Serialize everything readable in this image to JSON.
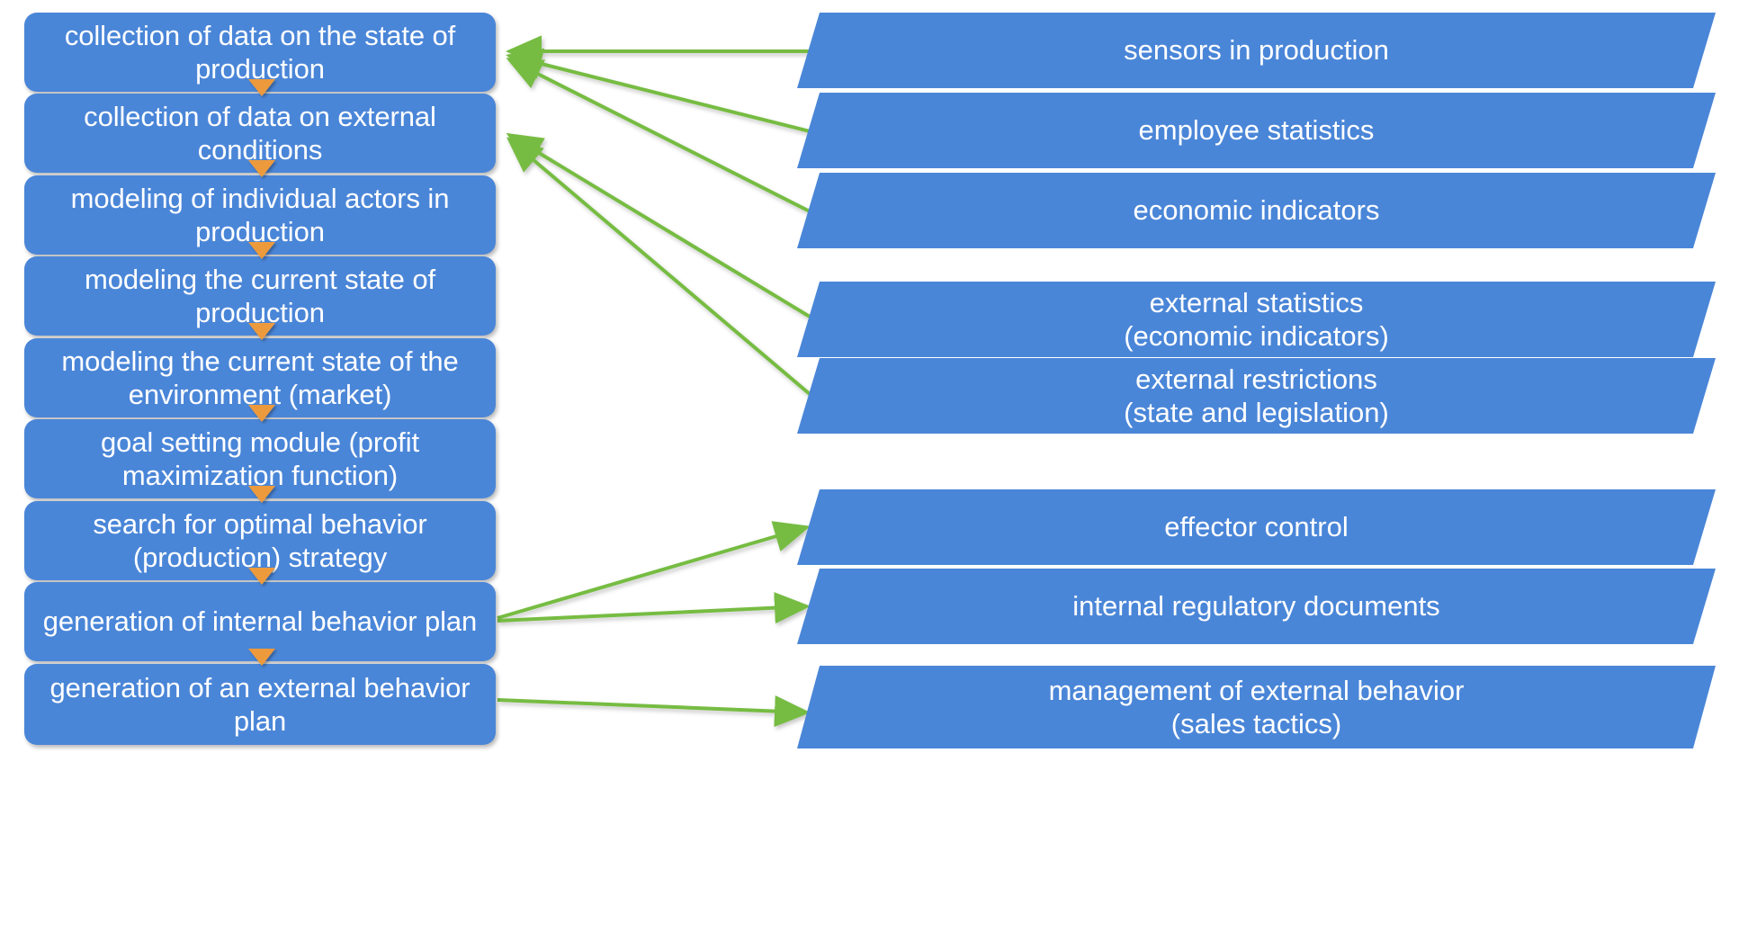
{
  "diagram": {
    "title": "production management agent pipeline",
    "colors": {
      "box_fill": "#4A86D8",
      "box_text": "#FFFFFF",
      "green_connector": "#76BC43",
      "orange_connector": "#ED9A3C",
      "background": "#FFFFFF"
    }
  },
  "process_steps": [
    {
      "id": "step-1",
      "label": "collection of data on the state of production"
    },
    {
      "id": "step-2",
      "label": "collection of data on external conditions"
    },
    {
      "id": "step-3",
      "label": "modeling of individual actors in production"
    },
    {
      "id": "step-4",
      "label": "modeling the current state of production"
    },
    {
      "id": "step-5",
      "label": "modeling the current state of the environment (market)"
    },
    {
      "id": "step-6",
      "label": "goal setting module (profit maximization function)"
    },
    {
      "id": "step-7",
      "label": "search for optimal behavior (production) strategy"
    },
    {
      "id": "step-8",
      "label": "generation of internal behavior plan"
    },
    {
      "id": "step-9",
      "label": "generation of an external behavior plan"
    }
  ],
  "io_blocks": [
    {
      "id": "io-1",
      "label": "sensors in production"
    },
    {
      "id": "io-2",
      "label": "employee statistics"
    },
    {
      "id": "io-3",
      "label": "economic indicators"
    },
    {
      "id": "io-4",
      "label": "external statistics\n(economic indicators)"
    },
    {
      "id": "io-5",
      "label": "external restrictions\n(state and legislation)"
    },
    {
      "id": "io-6",
      "label": "effector control"
    },
    {
      "id": "io-7",
      "label": "internal regulatory documents"
    },
    {
      "id": "io-8",
      "label": "management of external behavior\n(sales tactics)"
    }
  ],
  "connections": {
    "sequence_arrows": [
      {
        "from": "step-1",
        "to": "step-2"
      },
      {
        "from": "step-2",
        "to": "step-3"
      },
      {
        "from": "step-3",
        "to": "step-4"
      },
      {
        "from": "step-4",
        "to": "step-5"
      },
      {
        "from": "step-5",
        "to": "step-6"
      },
      {
        "from": "step-6",
        "to": "step-7"
      },
      {
        "from": "step-7",
        "to": "step-8"
      },
      {
        "from": "step-8",
        "to": "step-9"
      }
    ],
    "input_arrows": [
      {
        "from": "io-1",
        "to": "step-1"
      },
      {
        "from": "io-2",
        "to": "step-1"
      },
      {
        "from": "io-3",
        "to": "step-1"
      },
      {
        "from": "io-4",
        "to": "step-2"
      },
      {
        "from": "io-5",
        "to": "step-2"
      }
    ],
    "output_arrows": [
      {
        "from": "step-8",
        "to": "io-6"
      },
      {
        "from": "step-8",
        "to": "io-7"
      },
      {
        "from": "step-9",
        "to": "io-8"
      }
    ]
  }
}
